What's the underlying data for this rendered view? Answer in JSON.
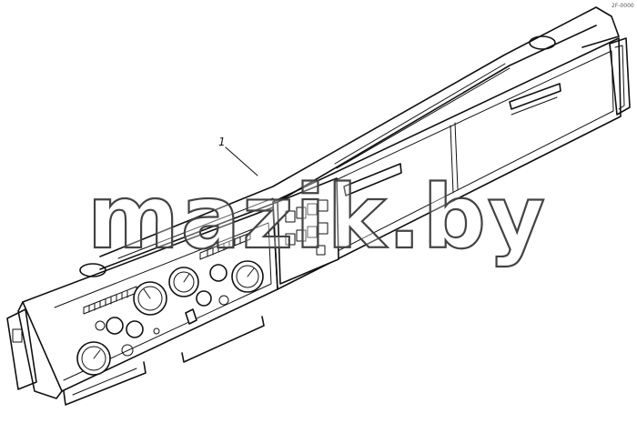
{
  "drawing": {
    "part_callout": "1",
    "corner_code": "2F-0000"
  },
  "watermark": {
    "text": "mazik.by"
  }
}
